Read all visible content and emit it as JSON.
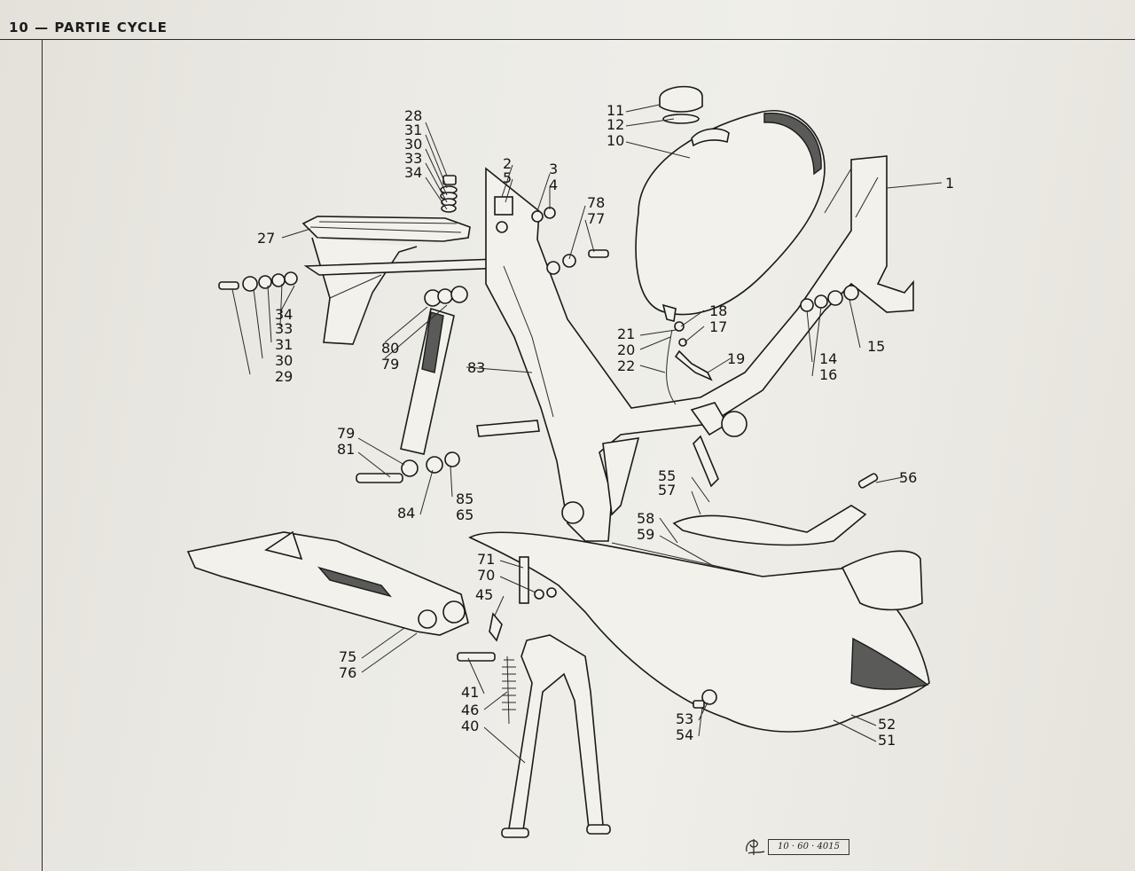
{
  "header": {
    "title": "10 — PARTIE CYCLE"
  },
  "stamp": {
    "code": "10 · 60 · 4015"
  },
  "callouts": [
    {
      "id": "n28",
      "text": "28"
    },
    {
      "id": "n31a",
      "text": "31"
    },
    {
      "id": "n30a",
      "text": "30"
    },
    {
      "id": "n33a",
      "text": "33"
    },
    {
      "id": "n34a",
      "text": "34"
    },
    {
      "id": "n2",
      "text": "2"
    },
    {
      "id": "n5",
      "text": "5"
    },
    {
      "id": "n3",
      "text": "3"
    },
    {
      "id": "n4",
      "text": "4"
    },
    {
      "id": "n78",
      "text": "78"
    },
    {
      "id": "n77",
      "text": "77"
    },
    {
      "id": "n11",
      "text": "11"
    },
    {
      "id": "n12",
      "text": "12"
    },
    {
      "id": "n10",
      "text": "10"
    },
    {
      "id": "n1",
      "text": "1"
    },
    {
      "id": "n27",
      "text": "27"
    },
    {
      "id": "n34b",
      "text": "34"
    },
    {
      "id": "n33b",
      "text": "33"
    },
    {
      "id": "n31b",
      "text": "31"
    },
    {
      "id": "n30b",
      "text": "30"
    },
    {
      "id": "n29",
      "text": "29"
    },
    {
      "id": "n80",
      "text": "80"
    },
    {
      "id": "n79a",
      "text": "79"
    },
    {
      "id": "n83",
      "text": "83"
    },
    {
      "id": "n18",
      "text": "18"
    },
    {
      "id": "n21",
      "text": "21"
    },
    {
      "id": "n17",
      "text": "17"
    },
    {
      "id": "n20",
      "text": "20"
    },
    {
      "id": "n19",
      "text": "19"
    },
    {
      "id": "n22",
      "text": "22"
    },
    {
      "id": "n14",
      "text": "14"
    },
    {
      "id": "n16",
      "text": "16"
    },
    {
      "id": "n15",
      "text": "15"
    },
    {
      "id": "n79b",
      "text": "79"
    },
    {
      "id": "n81",
      "text": "81"
    },
    {
      "id": "n84",
      "text": "84"
    },
    {
      "id": "n85",
      "text": "85"
    },
    {
      "id": "n65",
      "text": "65"
    },
    {
      "id": "n55",
      "text": "55"
    },
    {
      "id": "n57",
      "text": "57"
    },
    {
      "id": "n56",
      "text": "56"
    },
    {
      "id": "n58",
      "text": "58"
    },
    {
      "id": "n59",
      "text": "59"
    },
    {
      "id": "n71",
      "text": "71"
    },
    {
      "id": "n70",
      "text": "70"
    },
    {
      "id": "n45",
      "text": "45"
    },
    {
      "id": "n75",
      "text": "75"
    },
    {
      "id": "n76",
      "text": "76"
    },
    {
      "id": "n41",
      "text": "41"
    },
    {
      "id": "n46",
      "text": "46"
    },
    {
      "id": "n40",
      "text": "40"
    },
    {
      "id": "n53",
      "text": "53"
    },
    {
      "id": "n54",
      "text": "54"
    },
    {
      "id": "n52",
      "text": "52"
    },
    {
      "id": "n51",
      "text": "51"
    }
  ]
}
